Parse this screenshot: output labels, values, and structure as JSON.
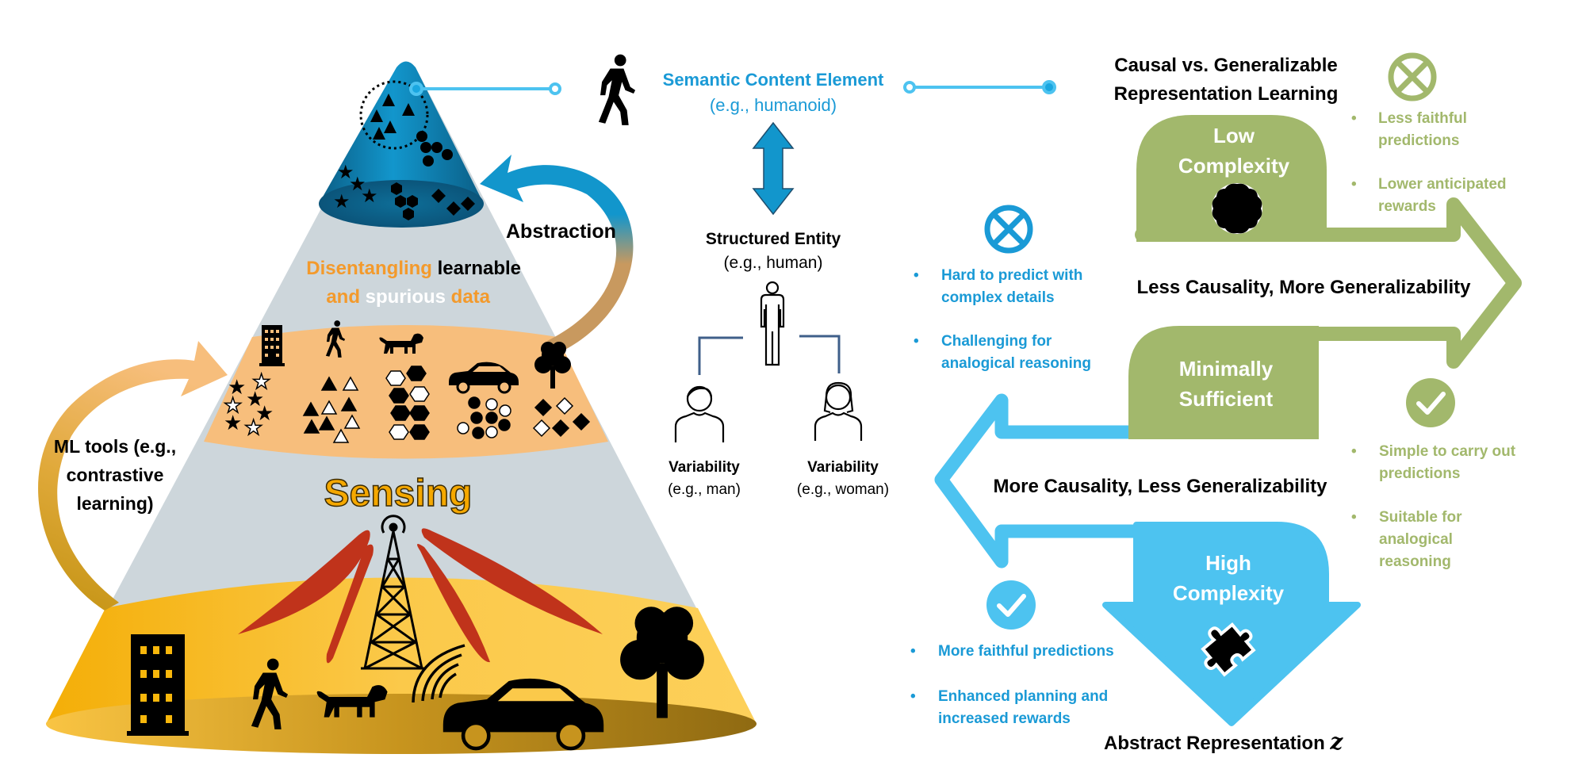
{
  "colors": {
    "blue_dark": "#0E6E98",
    "blue_mid": "#1296CC",
    "blue_light": "#4DC3F0",
    "blue_text": "#1A9AD6",
    "green": "#A2B86C",
    "orange_text": "#F39A2C",
    "peach": "#F7BE7C",
    "yellow": "#F8B70B",
    "gray_cone": "#CDD6DB",
    "red_beam": "#C0331B",
    "tan_arc": "#C8995F",
    "gold_arc": "#C39312",
    "navy_bracket": "#3F5F8A"
  },
  "pyramid": {
    "abstraction_label": "Abstraction",
    "disentangling": {
      "word1": "Disentangling",
      "word2": " learnable",
      "word3": "and",
      "word4": " spurious",
      "word5": " data"
    },
    "sensing_label": "Sensing",
    "ml_tools_label": [
      "ML tools (e.g.,",
      "contrastive",
      "learning)"
    ],
    "middle_band_objects": [
      "building",
      "walker",
      "dog",
      "car",
      "tree"
    ],
    "base_objects": [
      "building",
      "walker",
      "dog",
      "wifi",
      "car",
      "tree"
    ],
    "top_cap_shapes": [
      "triangles",
      "circles",
      "stars",
      "hexagons",
      "diamonds"
    ]
  },
  "hierarchy": {
    "semantic_title": "Semantic Content Element",
    "semantic_example": "(e.g., humanoid)",
    "structured_title": "Structured Entity",
    "structured_example": "(e.g., human)",
    "variability_man_title": "Variability",
    "variability_man_example": "(e.g., man)",
    "variability_woman_title": "Variability",
    "variability_woman_example": "(e.g., woman)"
  },
  "right_panel": {
    "title_line1": "Causal vs. Generalizable",
    "title_line2": "Representation Learning",
    "low_complexity": [
      "Low",
      "Complexity"
    ],
    "minimally_sufficient": [
      "Minimally",
      "Sufficient"
    ],
    "high_complexity": [
      "High",
      "Complexity"
    ],
    "less_causality": "Less Causality, More Generalizability",
    "more_causality": "More Causality, Less Generalizability",
    "abstract_rep": "Abstract Representation ",
    "abstract_symbol": "z",
    "low_bullets": [
      [
        "Less faithful",
        "predictions"
      ],
      [
        "Lower anticipated",
        "rewards"
      ]
    ],
    "mid_bullets": [
      [
        "Simple to carry out",
        "predictions"
      ],
      [
        "Suitable for",
        "analogical",
        "reasoning"
      ]
    ],
    "hard_bullets": [
      [
        "Hard to predict with",
        "complex details"
      ],
      [
        "Challenging for",
        "analogical reasoning"
      ]
    ],
    "high_bullets": [
      [
        "More faithful predictions"
      ],
      [
        "Enhanced planning and",
        "increased rewards"
      ]
    ],
    "bullet_char": "•"
  }
}
